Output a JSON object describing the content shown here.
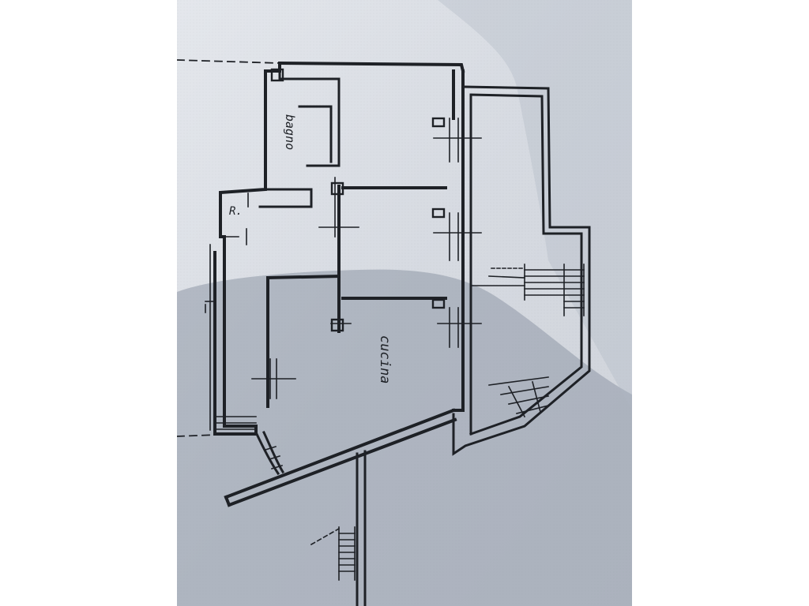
{
  "plan": {
    "labels": {
      "bathroom": "bagno",
      "kitchen": "cucina",
      "closet": "R."
    }
  },
  "colors": {
    "paper": "#d9dde3",
    "shadow": "#9aa3af",
    "ink": "#1e2126",
    "background": "#ffffff"
  }
}
